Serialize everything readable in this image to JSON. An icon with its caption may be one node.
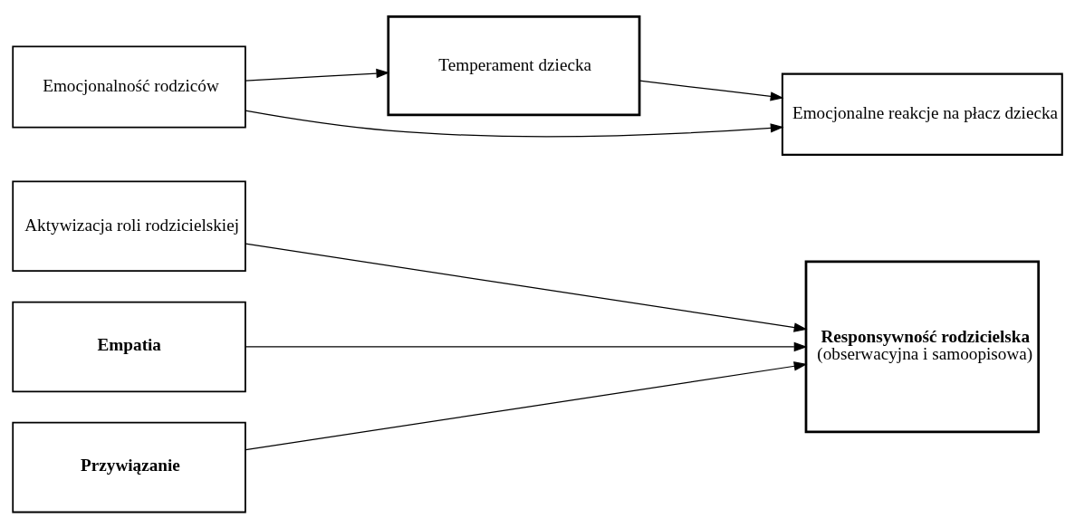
{
  "diagram": {
    "nodes": [
      {
        "text": [
          "Aktywizacja roli rodzicielskiej"
        ]
      },
      {
        "text": [
          "Empatia"
        ]
      },
      {
        "text": [
          "Przywiązanie"
        ]
      },
      {
        "text": [
          "Responsywność rodzicielska",
          "(obserwacyjna i samoopisowa)"
        ]
      },
      {
        "text": [
          "Emocjonalność rodziców"
        ]
      },
      {
        "text": [
          "Temperament dziecka"
        ]
      },
      {
        "text": [
          "Emocjonalne reakcje na płacz dziecka"
        ]
      }
    ],
    "edges": [
      {
        "from": 0,
        "to": 3,
        "arrow": "to"
      },
      {
        "from": 1,
        "to": 3,
        "arrow": "to"
      },
      {
        "from": 2,
        "to": 3,
        "arrow": "to"
      },
      {
        "from": 4,
        "to": 5,
        "arrow": "to"
      },
      {
        "from": 5,
        "to": 6,
        "arrow": "to"
      },
      {
        "from": 4,
        "to": 6,
        "arrow": "to"
      }
    ]
  }
}
